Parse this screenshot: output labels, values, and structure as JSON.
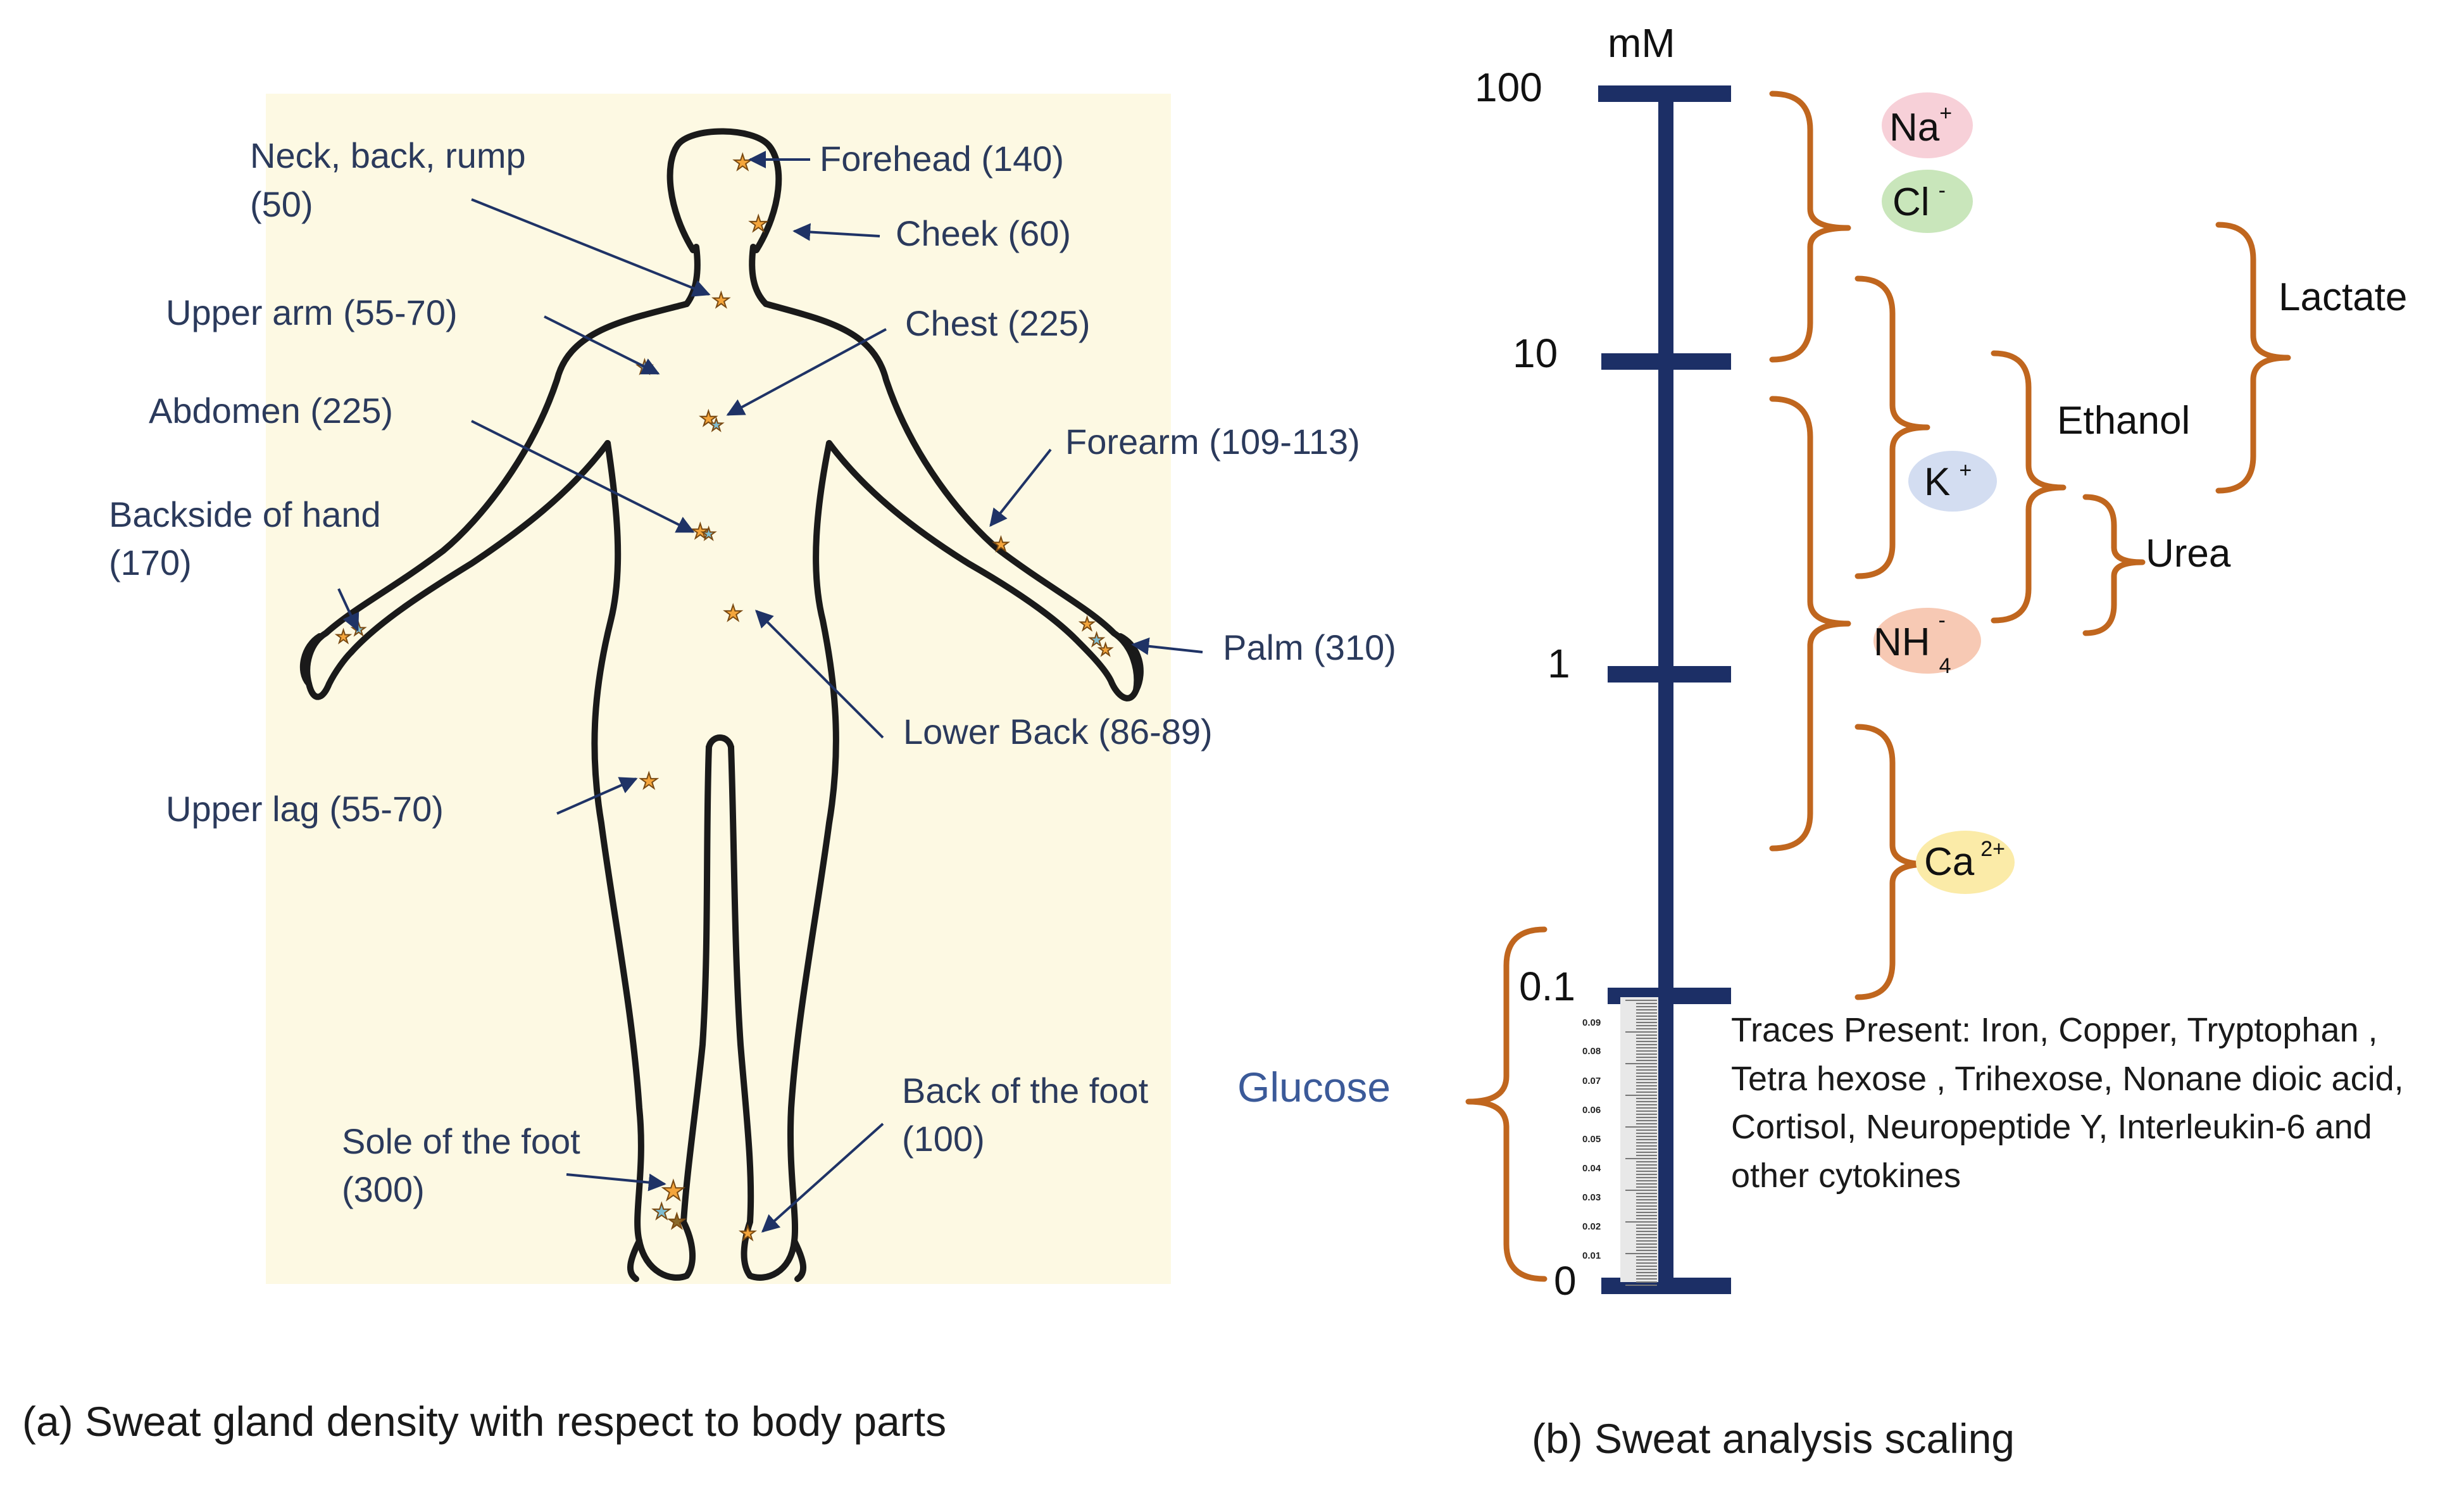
{
  "panel_a": {
    "caption": "(a) Sweat gland density with respect to body parts",
    "labels": {
      "forehead": "Forehead (140)",
      "cheek": "Cheek (60)",
      "neck_1": "Neck, back, rump",
      "neck_2": "(50)",
      "upper_arm": "Upper arm (55-70)",
      "chest": "Chest (225)",
      "abdomen": "Abdomen (225)",
      "forearm": "Forearm (109-113)",
      "backhand_1": "Backside of hand",
      "backhand_2": "(170)",
      "palm": "Palm (310)",
      "lower_back": "Lower Back (86-89)",
      "upper_leg": "Upper lag (55-70)",
      "back_foot_1": "Back of the foot",
      "back_foot_2": "(100)",
      "sole_1": "Sole of the foot",
      "sole_2": "(300)"
    }
  },
  "panel_b": {
    "caption": "(b) Sweat analysis scaling",
    "unit": "mM",
    "ticks": [
      "100",
      "10",
      "1",
      "0.1",
      "0"
    ],
    "minor_ticks": [
      "0.09",
      "0.08",
      "0.07",
      "0.06",
      "0.05",
      "0.04",
      "0.03",
      "0.02",
      "0.01"
    ],
    "analytes": {
      "na": "Na",
      "na_charge": "+",
      "cl": "Cl",
      "cl_charge": "-",
      "k": "K",
      "k_charge": "+",
      "nh": "NH",
      "nh_sub": "4",
      "nh_charge": "-",
      "ca": "Ca",
      "ca_charge": "2+",
      "lactate": "Lactate",
      "ethanol": "Ethanol",
      "urea": "Urea",
      "glucose": "Glucose"
    },
    "traces": [
      "Traces Present: Iron, Copper, Tryptophan ,",
      "Tetra hexose , Trihexose, Nonane dioic acid,",
      "Cortisol, Neuropeptide Y, Interleukin-6 and",
      "other cytokines"
    ]
  },
  "colors": {
    "axis": "#1c2f66",
    "brace": "#c0661e",
    "arrow": "#1f3366",
    "label": "#2b3a5c",
    "background_a": "#fdf9e3",
    "na": "#f7d0d8",
    "cl": "#c9e6bb",
    "k": "#d3ddf1",
    "nh": "#f7c9b4",
    "ca": "#fbeba8"
  }
}
